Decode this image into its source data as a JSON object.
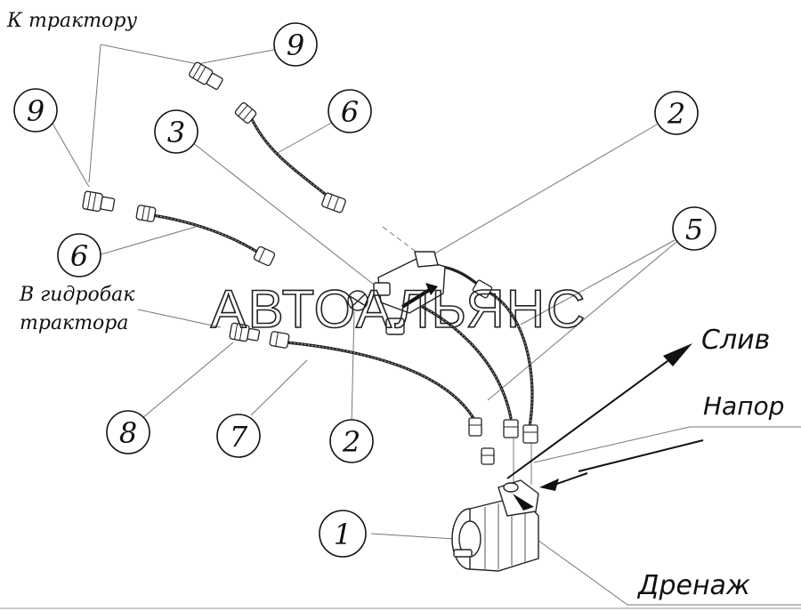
{
  "labels": {
    "to_tractor": "К трактору",
    "to_tank_line1": "В гидробак",
    "to_tank_line2": "трактора",
    "drain": "Слив",
    "pressure": "Напор",
    "drainage": "Дренаж"
  },
  "callouts": {
    "c9_top": "9",
    "c9_left": "9",
    "c6_top": "6",
    "c6_left": "6",
    "c3": "3",
    "c2_top": "2",
    "c2_bottom": "2",
    "c5": "5",
    "c8": "8",
    "c7": "7",
    "c1": "1"
  },
  "watermark": "АВТОАЛЬЯНС"
}
